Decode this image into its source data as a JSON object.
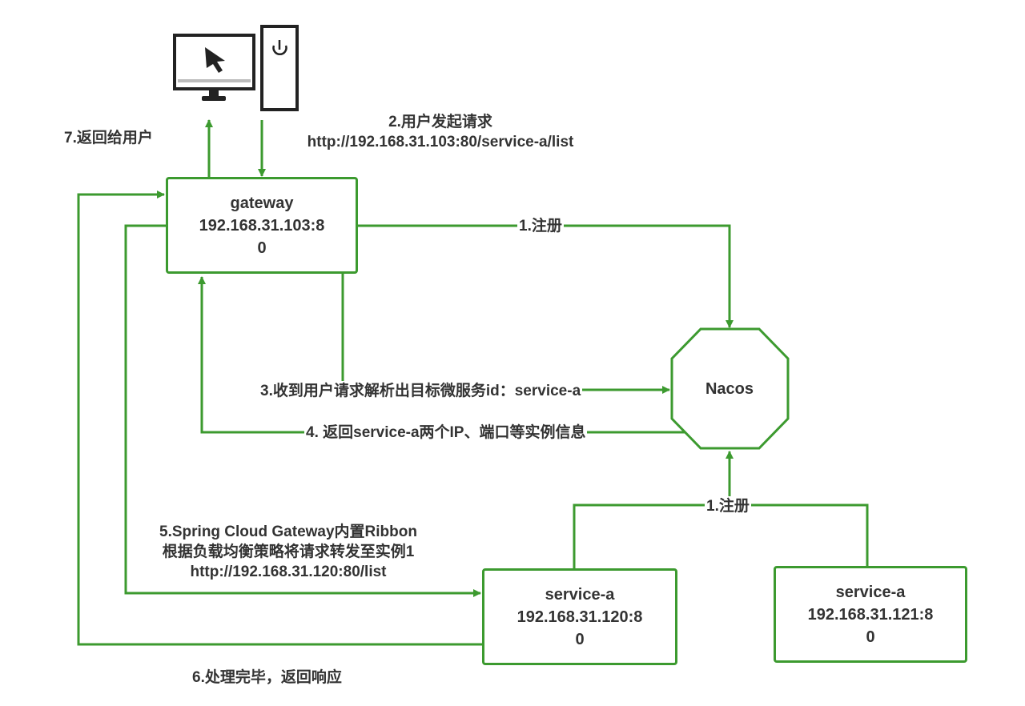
{
  "colors": {
    "line": "#3c9a2f",
    "text": "#333333",
    "icon": "#222222"
  },
  "icons": [
    "computer-monitor-icon",
    "mouse-cursor-icon",
    "pc-tower-icon",
    "power-icon"
  ],
  "nodes": {
    "gateway": {
      "name": "gateway",
      "addr": "192.168.31.103:8",
      "addr2": "0"
    },
    "nacos": {
      "name": "Nacos"
    },
    "service_a1": {
      "name": "service-a",
      "addr": "192.168.31.120:8",
      "addr2": "0"
    },
    "service_a2": {
      "name": "service-a",
      "addr": "192.168.31.121:8",
      "addr2": "0"
    }
  },
  "labels": {
    "step2_line1": "2.用户发起请求",
    "step2_line2": "http://192.168.31.103:80/service-a/list",
    "step7": "7.返回给用户",
    "step1_gateway": "1.注册",
    "step3": "3.收到用户请求解析出目标微服务id：service-a",
    "step4": "4. 返回service-a两个IP、端口等实例信息",
    "step1_services": "1.注册",
    "step5_line1": "5.Spring Cloud Gateway内置Ribbon",
    "step5_line2": "根据负载均衡策略将请求转发至实例1",
    "step5_line3": "http://192.168.31.120:80/list",
    "step6": "6.处理完毕，返回响应"
  }
}
